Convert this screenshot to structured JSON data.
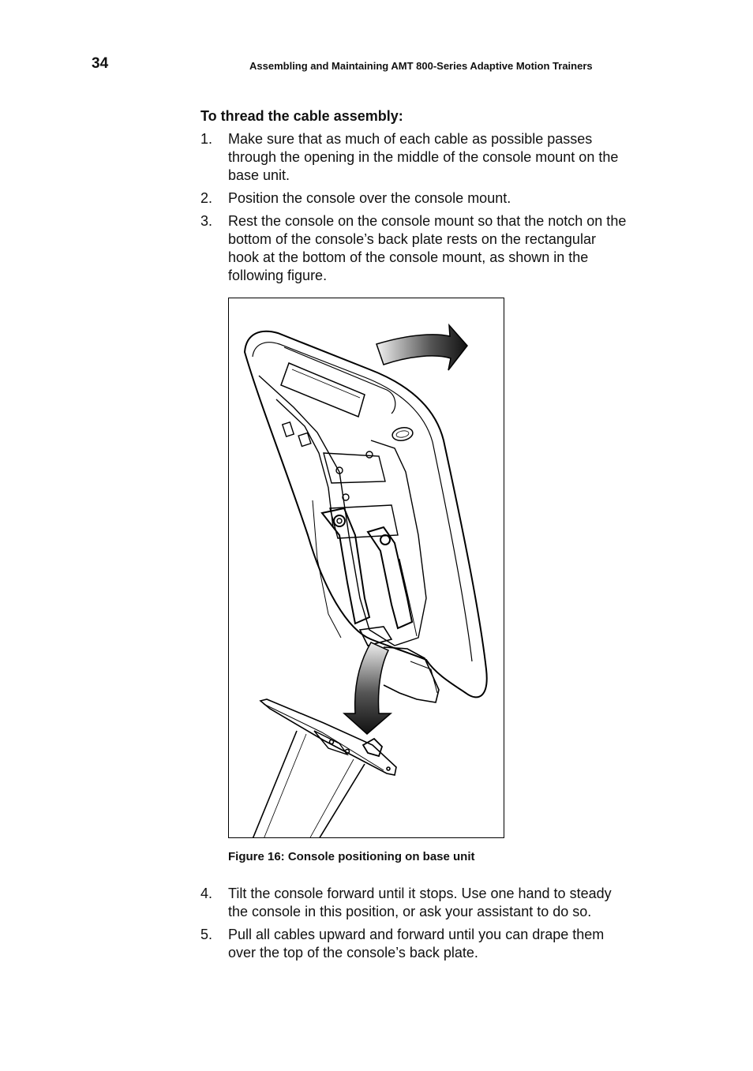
{
  "header": {
    "page_number": "34",
    "running_title": "Assembling and Maintaining AMT 800-Series Adaptive Motion Trainers"
  },
  "section": {
    "heading": "To thread the cable assembly:"
  },
  "steps_before_figure": [
    {
      "num": "1.",
      "text": "Make sure that as much of each cable as possible passes through the opening in the middle of the console mount on the base unit."
    },
    {
      "num": "2.",
      "text": "Position the console over the console mount."
    },
    {
      "num": "3.",
      "text": "Rest the console on the console mount so that the notch on the bottom of the console’s back plate rests on the rectangular hook at the bottom of the console mount, as shown in the following figure."
    }
  ],
  "figure": {
    "caption": "Figure 16: Console positioning on base unit",
    "illustration": "console-on-mount-illustration"
  },
  "steps_after_figure": [
    {
      "num": "4.",
      "text": "Tilt the console forward until it stops. Use one hand to steady the console in this position, or ask your assistant to do so."
    },
    {
      "num": "5.",
      "text": "Pull all cables upward and forward until you can drape them over the top of the console’s back plate."
    }
  ]
}
